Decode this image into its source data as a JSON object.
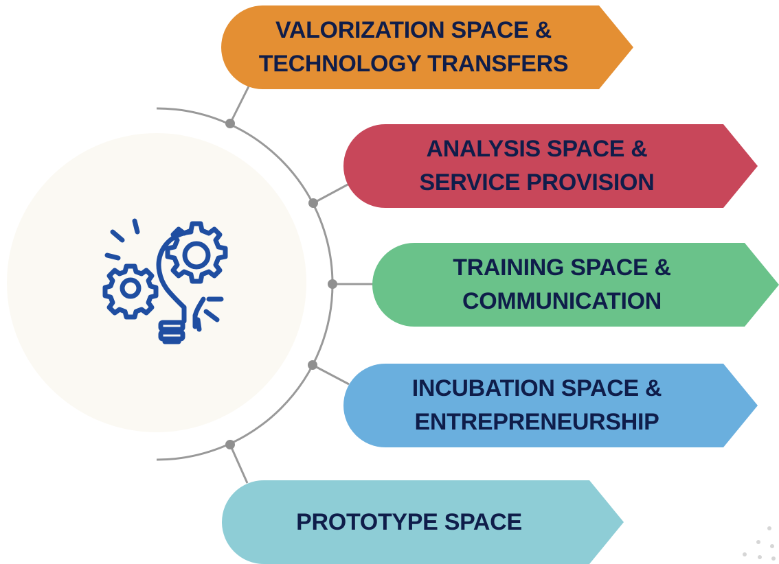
{
  "banners": [
    {
      "label": "VALORIZATION SPACE &\nTECHNOLOGY TRANSFERS",
      "color": "#e48f33"
    },
    {
      "label": "ANALYSIS SPACE &\nSERVICE PROVISION",
      "color": "#c8475a"
    },
    {
      "label": "TRAINING SPACE &\nCOMMUNICATION",
      "color": "#6ac28a"
    },
    {
      "label": "INCUBATION SPACE &\nENTREPRENEURSHIP",
      "color": "#6aafde"
    },
    {
      "label": "PROTOTYPE SPACE",
      "color": "#8ecdd6"
    }
  ],
  "center": {
    "icon": "lightbulb-gears-icon",
    "icon_color": "#1f4ea1",
    "circle_color": "#fbf9f3"
  },
  "connector_color": "#8f8f8f"
}
